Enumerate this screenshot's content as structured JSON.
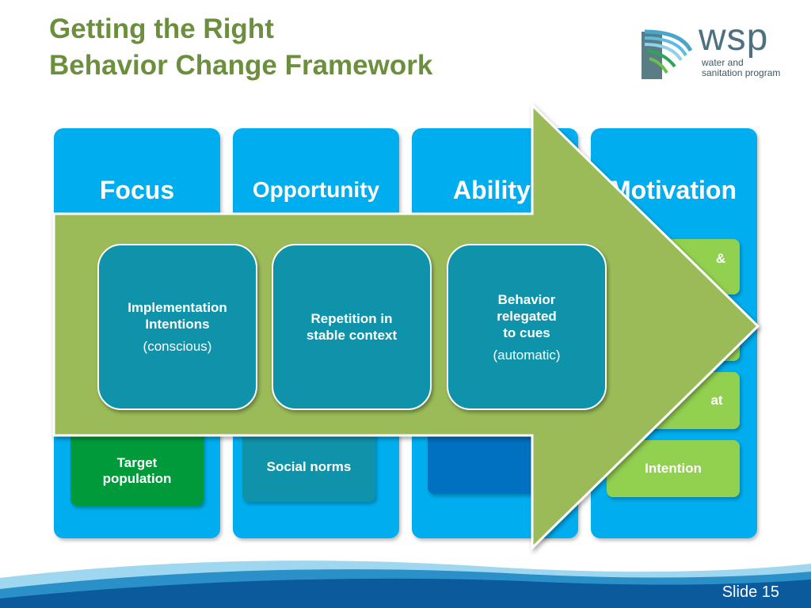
{
  "slide": {
    "title_line1": "Getting the Right",
    "title_line2": "Behavior Change Framework",
    "slide_number": "Slide 15"
  },
  "logo": {
    "word": "wsp",
    "sub_line1": "water and",
    "sub_line2": "sanitation program"
  },
  "columns": [
    {
      "header": "Focus",
      "box_lines": [
        "Target",
        "population"
      ]
    },
    {
      "header": "Opportunity",
      "box_lines": [
        "Social norms"
      ]
    },
    {
      "header": "Ability",
      "box_lines": [
        "..."
      ]
    },
    {
      "header": "Motivation",
      "boxes": [
        "&",
        "",
        "at",
        "Intention"
      ]
    }
  ],
  "arrow": {
    "ovals": [
      {
        "title_line1": "Implementation",
        "title_line2": "Intentions",
        "note": "(conscious)"
      },
      {
        "title_line1": "Repetition in",
        "title_line2": "stable context",
        "note": ""
      },
      {
        "title_line1": "Behavior",
        "title_line2": "relegated",
        "title_line3": "to cues",
        "note": "(automatic)"
      }
    ]
  },
  "colors": {
    "title_green": "#6b8f3c",
    "column_blue": "#00aeef",
    "arrow_green": "#9bbb59",
    "oval_teal": "#0f93aa",
    "focus_green": "#009a3a",
    "opportunity_teal": "#0f93aa",
    "ability_blue": "#0070c0",
    "motivation_green": "#92d050"
  }
}
